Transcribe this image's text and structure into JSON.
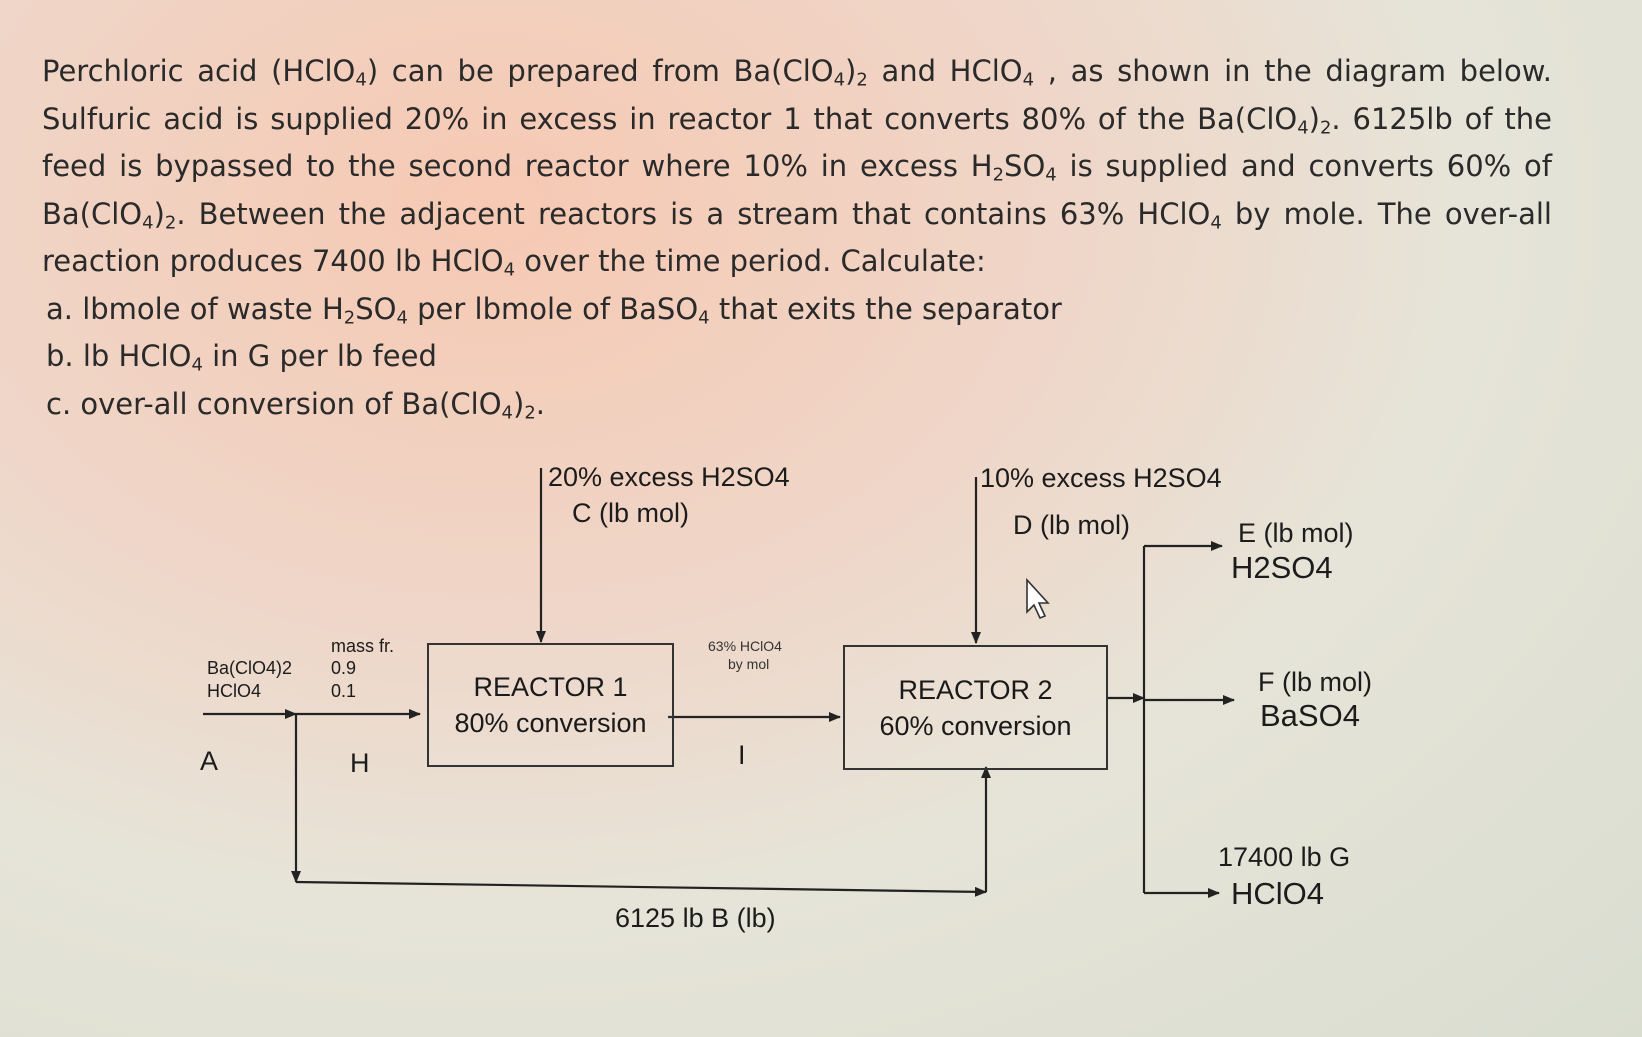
{
  "problem": {
    "intro": [
      "Perchloric acid (HClO",
      "4",
      ") can be prepared from Ba(ClO",
      "4",
      ")",
      "2",
      " and HClO",
      "4",
      " , as shown in the diagram below. Sulfuric acid is supplied 20% in excess in reactor 1 that converts 80% of the Ba(ClO",
      "4",
      ")",
      "2",
      ". 6125lb of the feed is bypassed to the second reactor where 10% in excess H",
      "2",
      "SO",
      "4",
      " is supplied and converts 60% of Ba(ClO",
      "4",
      ")",
      "2",
      ". Between the adjacent reactors is a stream that contains 63% HClO",
      "4",
      " by mole. The over-all reaction produces 7400 lb HClO",
      "4",
      " over the time period. Calculate:"
    ],
    "q_a": [
      "a. lbmole of waste H",
      "2",
      "SO",
      "4",
      " per lbmole of BaSO",
      "4",
      " that exits the separator"
    ],
    "q_b": [
      "b. lb HClO",
      "4",
      " in G per lb feed"
    ],
    "q_c": [
      "c. over-all conversion of Ba(ClO",
      "4",
      ")",
      "2",
      "."
    ]
  },
  "diagram": {
    "feed_c_line1": "20% excess H2SO4",
    "feed_c_line2": "C (lb mol)",
    "feed_d_line1": "10% excess H2SO4",
    "feed_d_line2": "D (lb mol)",
    "reactor1_title": "REACTOR 1",
    "reactor1_conv": "80% conversion",
    "reactor2_title": "REACTOR 2",
    "reactor2_conv": "60% conversion",
    "massfr_header": "mass fr.",
    "comp1_name": "Ba(ClO4)2",
    "comp1_value": "0.9",
    "comp2_name": "HClO4",
    "comp2_value": "0.1",
    "stream_a": "A",
    "stream_h": "H",
    "stream_i": "I",
    "stream_i_note1": "63% HClO4",
    "stream_i_note2": "by mol",
    "stream_b": "6125 lb  B (lb)",
    "stream_e_line1": "E (lb mol)",
    "stream_e_line2": "H2SO4",
    "stream_f_line1": "F (lb mol)",
    "stream_f_line2": "BaSO4",
    "stream_g_line1": "17400 lb G",
    "stream_g_line2": "HClO4"
  }
}
